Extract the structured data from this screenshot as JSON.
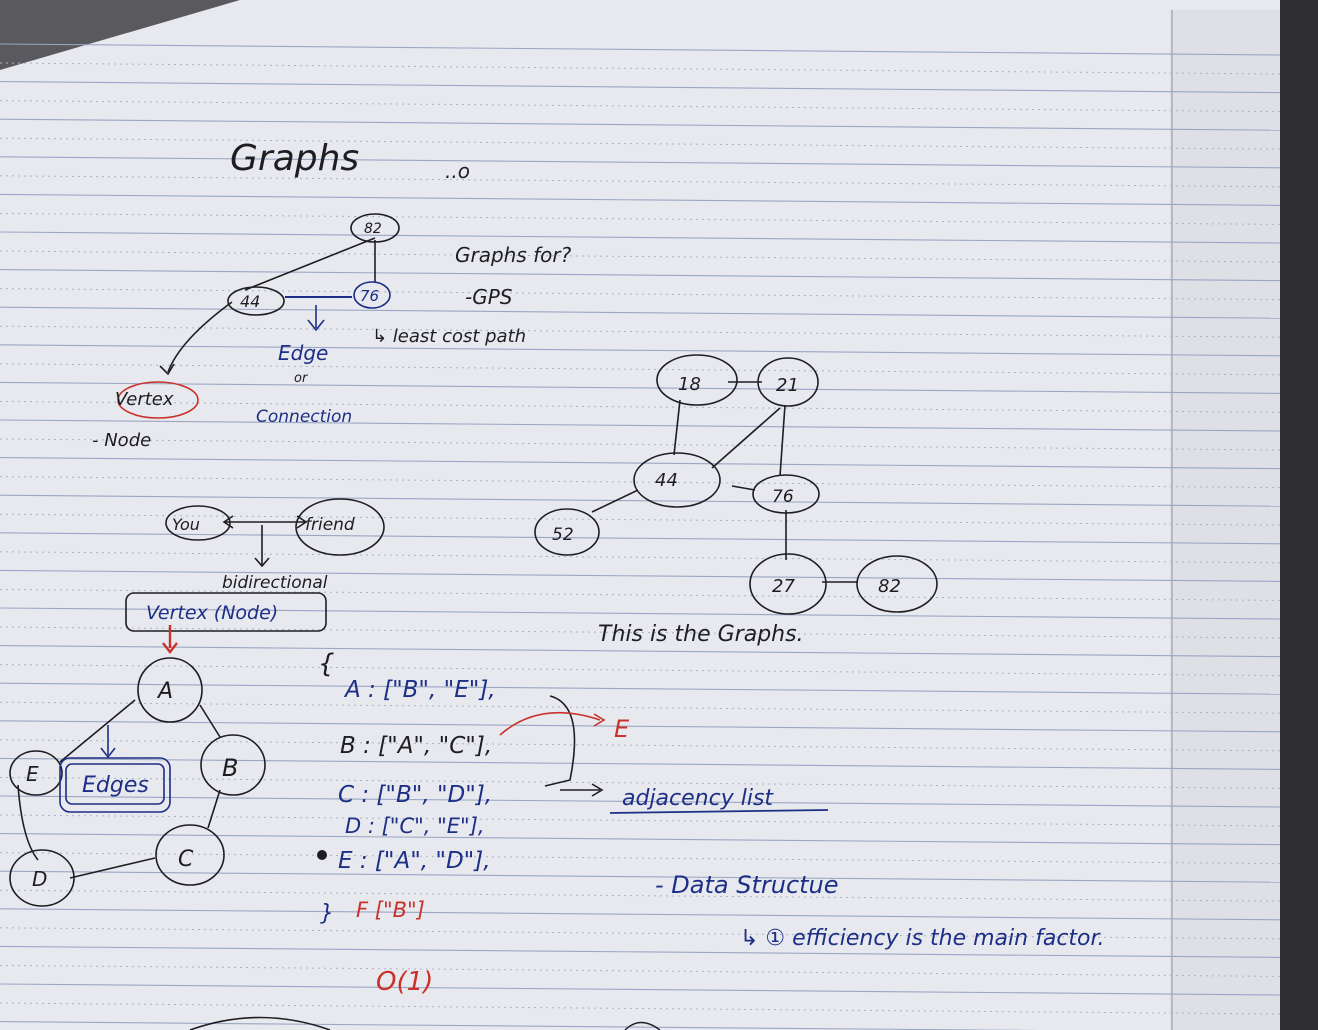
{
  "notes": {
    "title": "Graphs",
    "header_dots": "..o",
    "graph_a": {
      "nodes": [
        "82",
        "44",
        "76"
      ],
      "edge_label": "Edge",
      "or_label": "or",
      "connection_label": "Connection",
      "vertex_label": "Vertex",
      "node_label": "- Node"
    },
    "graphs_for": {
      "title": "Graphs for?",
      "item": "-GPS",
      "sub": "↳ least cost path"
    },
    "friend_example": {
      "you": "You",
      "friend": "friend",
      "direction": "bidirectional"
    },
    "vertex_node_label": "Vertex (Node)",
    "graph_b": {
      "nodes": [
        "A",
        "B",
        "C",
        "D",
        "E"
      ],
      "edges_label": "Edges"
    },
    "adjacency": {
      "open_brace": "{",
      "lines": [
        "A : [\"B\", \"E\"],",
        "B : [\"A\", \"C\"],",
        "C : [\"B\", \"D\"],",
        "D : [\"C\", \"E\"],",
        "E : [\"A\", \"D\"],"
      ],
      "added_line": "F [\"B\"]",
      "close_brace": "}",
      "arrow_target": "E",
      "list_label": "adjacency list",
      "complexity": "O(1)"
    },
    "graph_c": {
      "nodes": [
        "18",
        "21",
        "44",
        "76",
        "52",
        "27",
        "82"
      ],
      "caption": "This is the Graphs."
    },
    "data_structure": {
      "title": "- Data Structue",
      "note": "↳ ① efficiency is the main factor."
    }
  }
}
